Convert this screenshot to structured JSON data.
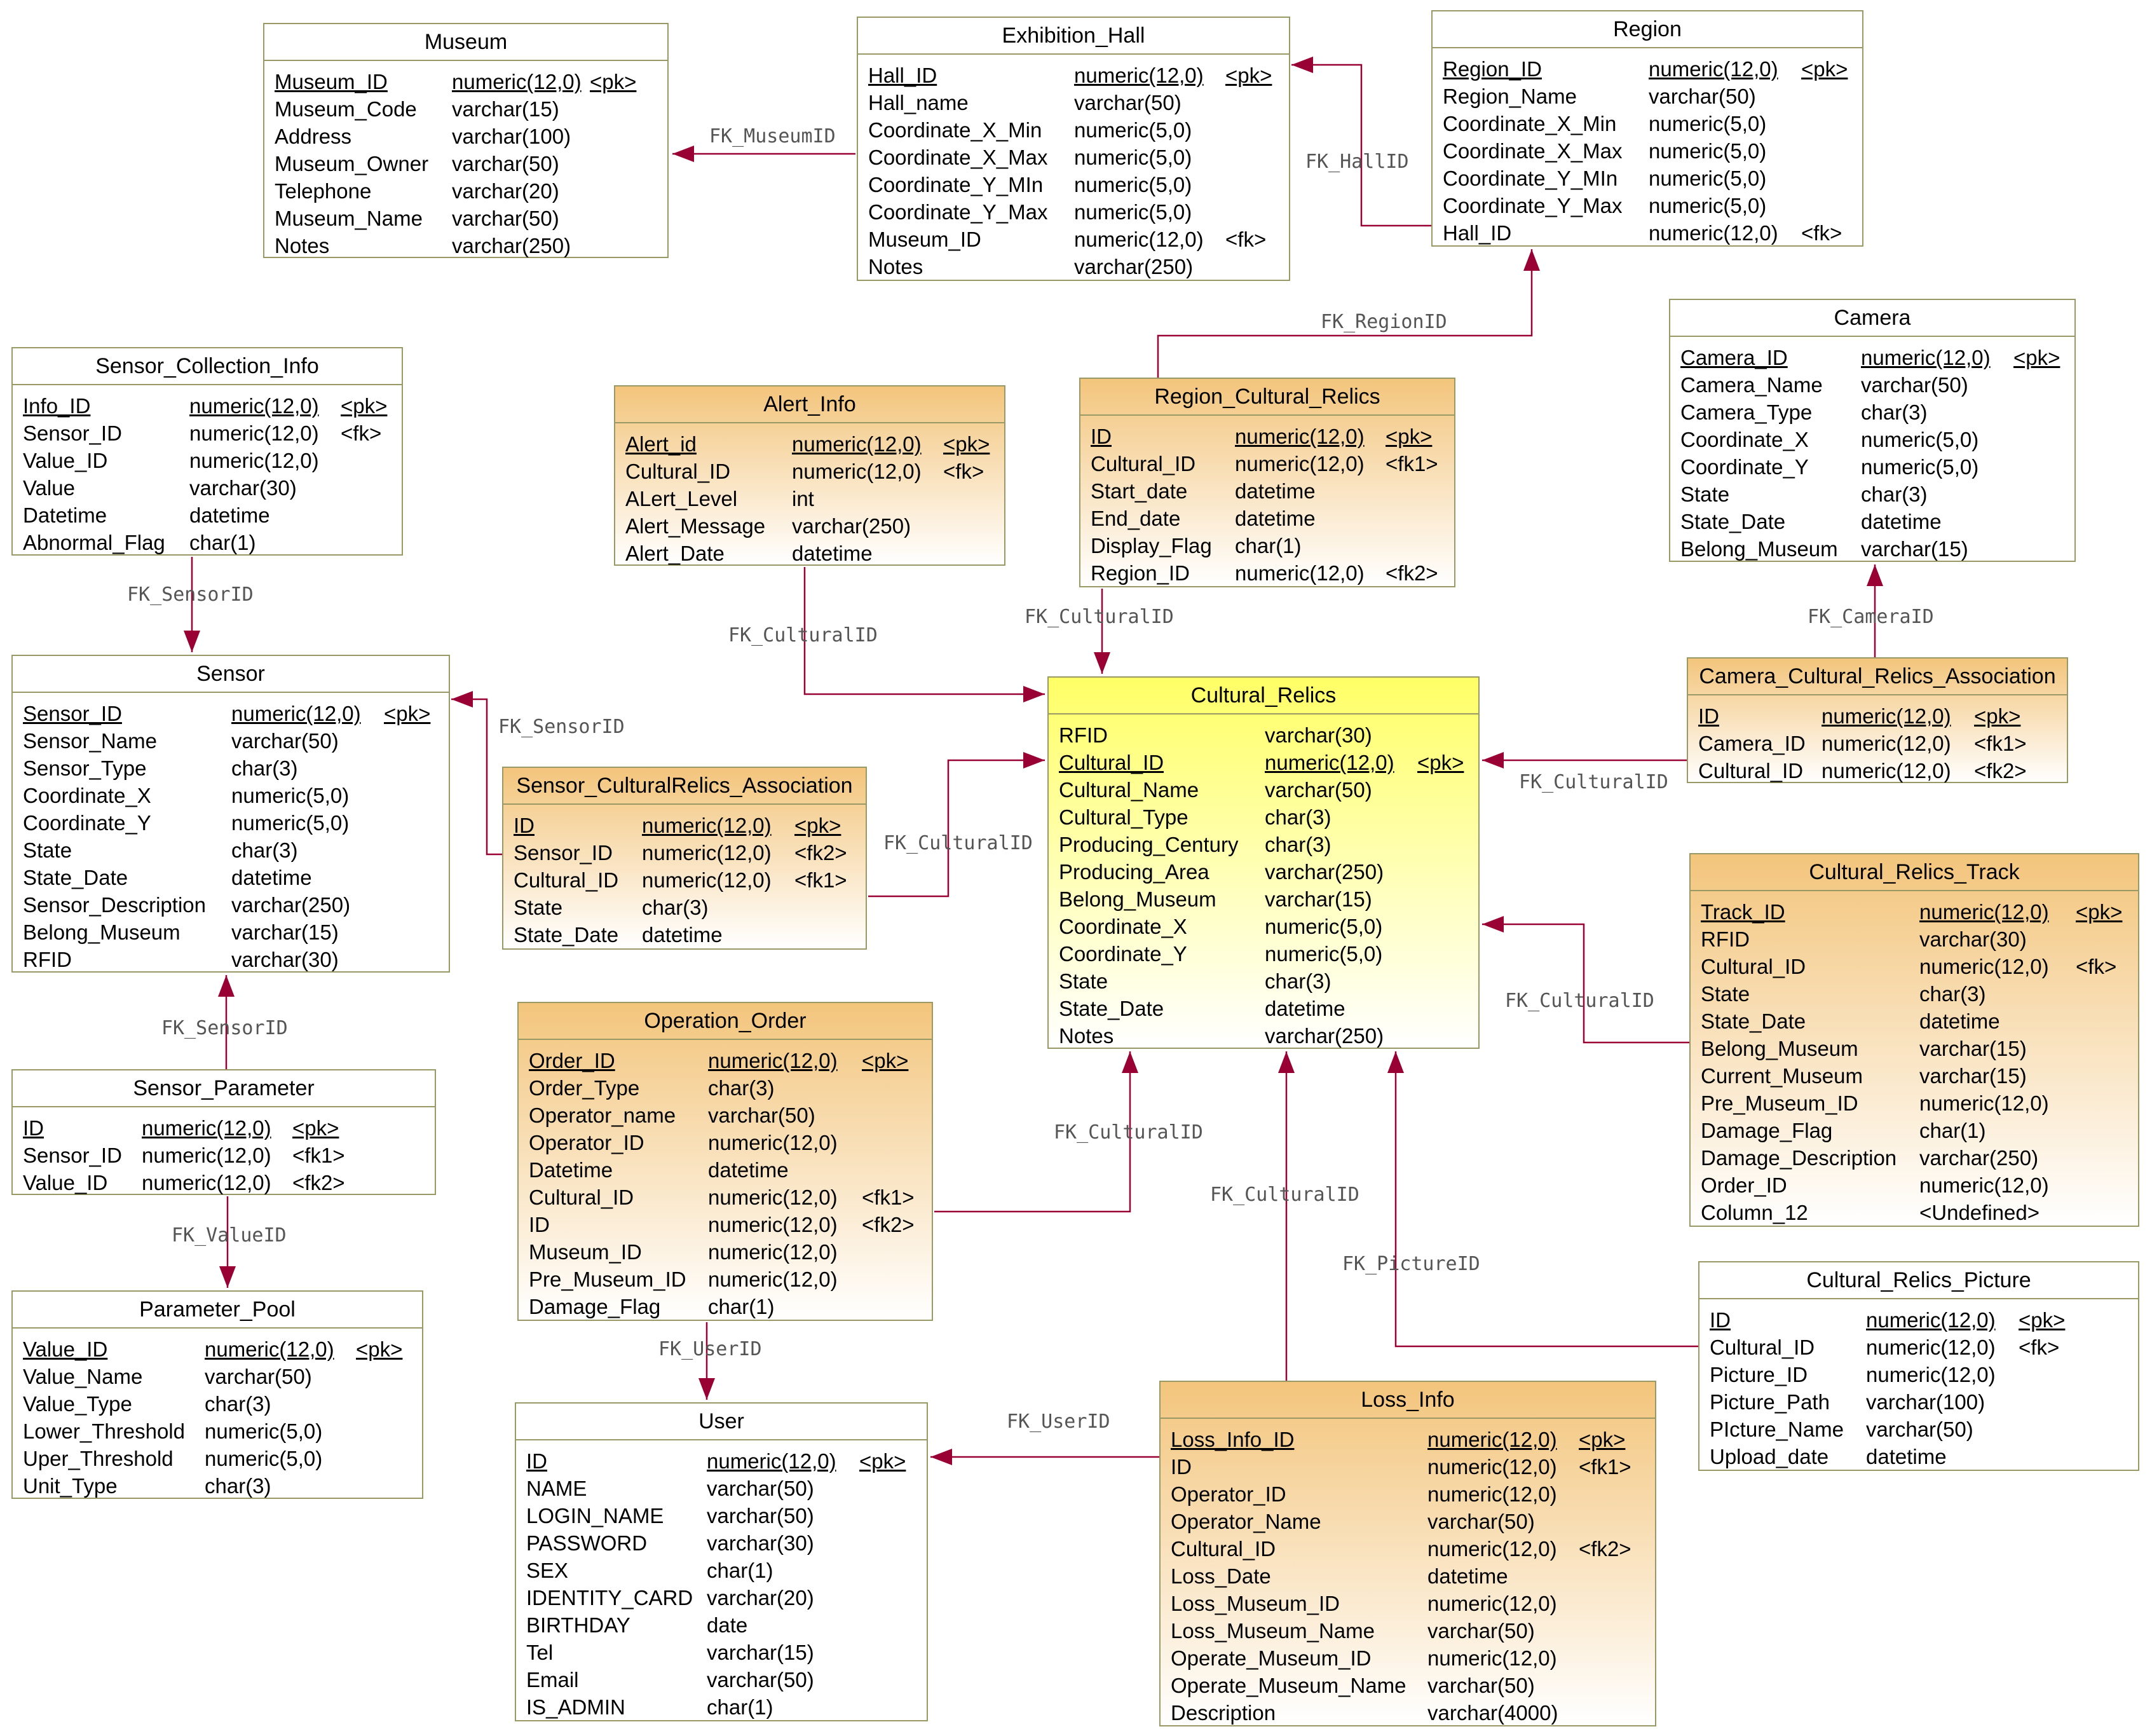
{
  "entities": [
    {
      "id": "museum",
      "name": "Museum",
      "style": "white",
      "rows": [
        [
          "Museum_ID",
          "numeric(12,0)",
          "<pk>",
          true
        ],
        [
          "Museum_Code",
          "varchar(15)",
          "",
          false
        ],
        [
          "Address",
          "varchar(100)",
          "",
          false
        ],
        [
          "Museum_Owner",
          "varchar(50)",
          "",
          false
        ],
        [
          "Telephone",
          "varchar(20)",
          "",
          false
        ],
        [
          "Museum_Name",
          "varchar(50)",
          "",
          false
        ],
        [
          "Notes",
          "varchar(250)",
          "",
          false
        ]
      ]
    },
    {
      "id": "exhibition_hall",
      "name": "Exhibition_Hall",
      "style": "white",
      "rows": [
        [
          "Hall_ID",
          "numeric(12,0)",
          "<pk>",
          true
        ],
        [
          "Hall_name",
          "varchar(50)",
          "",
          false
        ],
        [
          "Coordinate_X_Min",
          "numeric(5,0)",
          "",
          false
        ],
        [
          "Coordinate_X_Max",
          "numeric(5,0)",
          "",
          false
        ],
        [
          "Coordinate_Y_MIn",
          "numeric(5,0)",
          "",
          false
        ],
        [
          "Coordinate_Y_Max",
          "numeric(5,0)",
          "",
          false
        ],
        [
          "Museum_ID",
          "numeric(12,0)",
          "<fk>",
          false
        ],
        [
          "Notes",
          "varchar(250)",
          "",
          false
        ]
      ]
    },
    {
      "id": "region",
      "name": "Region",
      "style": "white",
      "rows": [
        [
          "Region_ID",
          "numeric(12,0)",
          "<pk>",
          true
        ],
        [
          "Region_Name",
          "varchar(50)",
          "",
          false
        ],
        [
          "Coordinate_X_Min",
          "numeric(5,0)",
          "",
          false
        ],
        [
          "Coordinate_X_Max",
          "numeric(5,0)",
          "",
          false
        ],
        [
          "Coordinate_Y_MIn",
          "numeric(5,0)",
          "",
          false
        ],
        [
          "Coordinate_Y_Max",
          "numeric(5,0)",
          "",
          false
        ],
        [
          "Hall_ID",
          "numeric(12,0)",
          "<fk>",
          false
        ]
      ]
    },
    {
      "id": "sensor_collection_info",
      "name": "Sensor_Collection_Info",
      "style": "white",
      "rows": [
        [
          "Info_ID",
          "numeric(12,0)",
          "<pk>",
          true
        ],
        [
          "Sensor_ID",
          "numeric(12,0)",
          "<fk>",
          false
        ],
        [
          "Value_ID",
          "numeric(12,0)",
          "",
          false
        ],
        [
          "Value",
          "varchar(30)",
          "",
          false
        ],
        [
          "Datetime",
          "datetime",
          "",
          false
        ],
        [
          "Abnormal_Flag",
          "char(1)",
          "",
          false
        ]
      ]
    },
    {
      "id": "alert_info",
      "name": "Alert_Info",
      "style": "orange",
      "rows": [
        [
          "Alert_id",
          "numeric(12,0)",
          "<pk>",
          true
        ],
        [
          "Cultural_ID",
          "numeric(12,0)",
          "<fk>",
          false
        ],
        [
          "ALert_Level",
          "int",
          "",
          false
        ],
        [
          "Alert_Message",
          "varchar(250)",
          "",
          false
        ],
        [
          "Alert_Date",
          "datetime",
          "",
          false
        ]
      ]
    },
    {
      "id": "region_cultural_relics",
      "name": "Region_Cultural_Relics",
      "style": "orange",
      "rows": [
        [
          "ID",
          "numeric(12,0)",
          "<pk>",
          true
        ],
        [
          "Cultural_ID",
          "numeric(12,0)",
          "<fk1>",
          false
        ],
        [
          "Start_date",
          "datetime",
          "",
          false
        ],
        [
          "End_date",
          "datetime",
          "",
          false
        ],
        [
          "Display_Flag",
          "char(1)",
          "",
          false
        ],
        [
          "Region_ID",
          "numeric(12,0)",
          "<fk2>",
          false
        ]
      ]
    },
    {
      "id": "camera",
      "name": "Camera",
      "style": "white",
      "rows": [
        [
          "Camera_ID",
          "numeric(12,0)",
          "<pk>",
          true
        ],
        [
          "Camera_Name",
          "varchar(50)",
          "",
          false
        ],
        [
          "Camera_Type",
          "char(3)",
          "",
          false
        ],
        [
          "Coordinate_X",
          "numeric(5,0)",
          "",
          false
        ],
        [
          "Coordinate_Y",
          "numeric(5,0)",
          "",
          false
        ],
        [
          "State",
          "char(3)",
          "",
          false
        ],
        [
          "State_Date",
          "datetime",
          "",
          false
        ],
        [
          "Belong_Museum",
          "varchar(15)",
          "",
          false
        ]
      ]
    },
    {
      "id": "sensor",
      "name": "Sensor",
      "style": "white",
      "rows": [
        [
          "Sensor_ID",
          "numeric(12,0)",
          "<pk>",
          true
        ],
        [
          "Sensor_Name",
          "varchar(50)",
          "",
          false
        ],
        [
          "Sensor_Type",
          "char(3)",
          "",
          false
        ],
        [
          "Coordinate_X",
          "numeric(5,0)",
          "",
          false
        ],
        [
          "Coordinate_Y",
          "numeric(5,0)",
          "",
          false
        ],
        [
          "State",
          "char(3)",
          "",
          false
        ],
        [
          "State_Date",
          "datetime",
          "",
          false
        ],
        [
          "Sensor_Description",
          "varchar(250)",
          "",
          false
        ],
        [
          "Belong_Museum",
          "varchar(15)",
          "",
          false
        ],
        [
          "RFID",
          "varchar(30)",
          "",
          false
        ]
      ]
    },
    {
      "id": "sensor_culturalrelics_association",
      "name": "Sensor_CulturalRelics_Association",
      "style": "orange",
      "rows": [
        [
          "ID",
          "numeric(12,0)",
          "<pk>",
          true
        ],
        [
          "Sensor_ID",
          "numeric(12,0)",
          "<fk2>",
          false
        ],
        [
          "Cultural_ID",
          "numeric(12,0)",
          "<fk1>",
          false
        ],
        [
          "State",
          "char(3)",
          "",
          false
        ],
        [
          "State_Date",
          "datetime",
          "",
          false
        ]
      ]
    },
    {
      "id": "cultural_relics",
      "name": "Cultural_Relics",
      "style": "yellow",
      "rows": [
        [
          "RFID",
          "varchar(30)",
          "",
          false
        ],
        [
          "Cultural_ID",
          "numeric(12,0)",
          "<pk>",
          true
        ],
        [
          "Cultural_Name",
          "varchar(50)",
          "",
          false
        ],
        [
          "Cultural_Type",
          "char(3)",
          "",
          false
        ],
        [
          "Producing_Century",
          "char(3)",
          "",
          false
        ],
        [
          "Producing_Area",
          "varchar(250)",
          "",
          false
        ],
        [
          "Belong_Museum",
          "varchar(15)",
          "",
          false
        ],
        [
          "Coordinate_X",
          "numeric(5,0)",
          "",
          false
        ],
        [
          "Coordinate_Y",
          "numeric(5,0)",
          "",
          false
        ],
        [
          "State",
          "char(3)",
          "",
          false
        ],
        [
          "State_Date",
          "datetime",
          "",
          false
        ],
        [
          "Notes",
          "varchar(250)",
          "",
          false
        ]
      ]
    },
    {
      "id": "camera_cultural_relics_association",
      "name": "Camera_Cultural_Relics_Association",
      "style": "orange",
      "rows": [
        [
          "ID",
          "numeric(12,0)",
          "<pk>",
          true
        ],
        [
          "Camera_ID",
          "numeric(12,0)",
          "<fk1>",
          false
        ],
        [
          "Cultural_ID",
          "numeric(12,0)",
          "<fk2>",
          false
        ]
      ]
    },
    {
      "id": "cultural_relics_track",
      "name": "Cultural_Relics_Track",
      "style": "orange",
      "rows": [
        [
          "Track_ID",
          "numeric(12,0)",
          "<pk>",
          true
        ],
        [
          "RFID",
          "varchar(30)",
          "",
          false
        ],
        [
          "Cultural_ID",
          "numeric(12,0)",
          "<fk>",
          false
        ],
        [
          "State",
          "char(3)",
          "",
          false
        ],
        [
          "State_Date",
          "datetime",
          "",
          false
        ],
        [
          "Belong_Museum",
          "varchar(15)",
          "",
          false
        ],
        [
          "Current_Museum",
          "varchar(15)",
          "",
          false
        ],
        [
          "Pre_Museum_ID",
          "numeric(12,0)",
          "",
          false
        ],
        [
          "Damage_Flag",
          "char(1)",
          "",
          false
        ],
        [
          "Damage_Description",
          "varchar(250)",
          "",
          false
        ],
        [
          "Order_ID",
          "numeric(12,0)",
          "",
          false
        ],
        [
          "Column_12",
          "<Undefined>",
          "",
          false
        ]
      ]
    },
    {
      "id": "sensor_parameter",
      "name": "Sensor_Parameter",
      "style": "white",
      "rows": [
        [
          "ID",
          "numeric(12,0)",
          "<pk>",
          true
        ],
        [
          "Sensor_ID",
          "numeric(12,0)",
          "<fk1>",
          false
        ],
        [
          "Value_ID",
          "numeric(12,0)",
          "<fk2>",
          false
        ]
      ]
    },
    {
      "id": "operation_order",
      "name": "Operation_Order",
      "style": "orange",
      "rows": [
        [
          "Order_ID",
          "numeric(12,0)",
          "<pk>",
          true
        ],
        [
          "Order_Type",
          "char(3)",
          "",
          false
        ],
        [
          "Operator_name",
          "varchar(50)",
          "",
          false
        ],
        [
          "Operator_ID",
          "numeric(12,0)",
          "",
          false
        ],
        [
          "Datetime",
          "datetime",
          "",
          false
        ],
        [
          "Cultural_ID",
          "numeric(12,0)",
          "<fk1>",
          false
        ],
        [
          "ID",
          "numeric(12,0)",
          "<fk2>",
          false
        ],
        [
          "Museum_ID",
          "numeric(12,0)",
          "",
          false
        ],
        [
          "Pre_Museum_ID",
          "numeric(12,0)",
          "",
          false
        ],
        [
          "Damage_Flag",
          "char(1)",
          "",
          false
        ]
      ]
    },
    {
      "id": "cultural_relics_picture",
      "name": "Cultural_Relics_Picture",
      "style": "white",
      "rows": [
        [
          "ID",
          "numeric(12,0)",
          "<pk>",
          true
        ],
        [
          "Cultural_ID",
          "numeric(12,0)",
          "<fk>",
          false
        ],
        [
          "Picture_ID",
          "numeric(12,0)",
          "",
          false
        ],
        [
          "Picture_Path",
          "varchar(100)",
          "",
          false
        ],
        [
          "PIcture_Name",
          "varchar(50)",
          "",
          false
        ],
        [
          "Upload_date",
          "datetime",
          "",
          false
        ]
      ]
    },
    {
      "id": "parameter_pool",
      "name": "Parameter_Pool",
      "style": "white",
      "rows": [
        [
          "Value_ID",
          "numeric(12,0)",
          "<pk>",
          true
        ],
        [
          "Value_Name",
          "varchar(50)",
          "",
          false
        ],
        [
          "Value_Type",
          "char(3)",
          "",
          false
        ],
        [
          "Lower_Threshold",
          "numeric(5,0)",
          "",
          false
        ],
        [
          "Uper_Threshold",
          "numeric(5,0)",
          "",
          false
        ],
        [
          "Unit_Type",
          "char(3)",
          "",
          false
        ]
      ]
    },
    {
      "id": "user",
      "name": "User",
      "style": "white",
      "rows": [
        [
          "ID",
          "numeric(12,0)",
          "<pk>",
          true
        ],
        [
          "NAME",
          "varchar(50)",
          "",
          false
        ],
        [
          "LOGIN_NAME",
          "varchar(50)",
          "",
          false
        ],
        [
          "PASSWORD",
          "varchar(30)",
          "",
          false
        ],
        [
          "SEX",
          "char(1)",
          "",
          false
        ],
        [
          "IDENTITY_CARD",
          "varchar(20)",
          "",
          false
        ],
        [
          "BIRTHDAY",
          "date",
          "",
          false
        ],
        [
          "Tel",
          "varchar(15)",
          "",
          false
        ],
        [
          "Email",
          "varchar(50)",
          "",
          false
        ],
        [
          "IS_ADMIN",
          "char(1)",
          "",
          false
        ]
      ]
    },
    {
      "id": "loss_info",
      "name": "Loss_Info",
      "style": "orange",
      "rows": [
        [
          "Loss_Info_ID",
          "numeric(12,0)",
          "<pk>",
          true
        ],
        [
          "ID",
          "numeric(12,0)",
          "<fk1>",
          false
        ],
        [
          "Operator_ID",
          "numeric(12,0)",
          "",
          false
        ],
        [
          "Operator_Name",
          "varchar(50)",
          "",
          false
        ],
        [
          "Cultural_ID",
          "numeric(12,0)",
          "<fk2>",
          false
        ],
        [
          "Loss_Date",
          "datetime",
          "",
          false
        ],
        [
          "Loss_Museum_ID",
          "numeric(12,0)",
          "",
          false
        ],
        [
          "Loss_Museum_Name",
          "varchar(50)",
          "",
          false
        ],
        [
          "Operate_Museum_ID",
          "numeric(12,0)",
          "",
          false
        ],
        [
          "Operate_Museum_Name",
          "varchar(50)",
          "",
          false
        ],
        [
          "Description",
          "varchar(4000)",
          "",
          false
        ]
      ]
    }
  ],
  "relationships": [
    {
      "id": "fk-museumid",
      "label": "FK_MuseumID",
      "from": "exhibition_hall",
      "to": "museum"
    },
    {
      "id": "fk-hallid",
      "label": "FK_HallID",
      "from": "region",
      "to": "exhibition_hall"
    },
    {
      "id": "fk-regionid",
      "label": "FK_RegionID",
      "from": "region_cultural_relics",
      "to": "region"
    },
    {
      "id": "fk-sensorid-collection",
      "label": "FK_SensorID",
      "from": "sensor_collection_info",
      "to": "sensor"
    },
    {
      "id": "fk-sensorid-association",
      "label": "FK_SensorID",
      "from": "sensor_culturalrelics_association",
      "to": "sensor"
    },
    {
      "id": "fk-sensorid-parameter",
      "label": "FK_SensorID",
      "from": "sensor_parameter",
      "to": "sensor"
    },
    {
      "id": "fk-valueid",
      "label": "FK_ValueID",
      "from": "sensor_parameter",
      "to": "parameter_pool"
    },
    {
      "id": "fk-culturalid-alert",
      "label": "FK_CulturalID",
      "from": "alert_info",
      "to": "cultural_relics"
    },
    {
      "id": "fk-culturalid-region",
      "label": "FK_CulturalID",
      "from": "region_cultural_relics",
      "to": "cultural_relics"
    },
    {
      "id": "fk-culturalid-sensor-assoc",
      "label": "FK_CulturalID",
      "from": "sensor_culturalrelics_association",
      "to": "cultural_relics"
    },
    {
      "id": "fk-cameraid",
      "label": "FK_CameraID",
      "from": "camera_cultural_relics_association",
      "to": "camera"
    },
    {
      "id": "fk-culturalid-camera-assoc",
      "label": "FK_CulturalID",
      "from": "camera_cultural_relics_association",
      "to": "cultural_relics"
    },
    {
      "id": "fk-culturalid-track",
      "label": "FK_CulturalID",
      "from": "cultural_relics_track",
      "to": "cultural_relics"
    },
    {
      "id": "fk-culturalid-order",
      "label": "FK_CulturalID",
      "from": "operation_order",
      "to": "cultural_relics"
    },
    {
      "id": "fk-culturalid-loss",
      "label": "FK_CulturalID",
      "from": "loss_info",
      "to": "cultural_relics"
    },
    {
      "id": "fk-pictureid",
      "label": "FK_PictureID",
      "from": "cultural_relics_picture",
      "to": "cultural_relics"
    },
    {
      "id": "fk-userid-order",
      "label": "FK_UserID",
      "from": "operation_order",
      "to": "user"
    },
    {
      "id": "fk-userid-loss",
      "label": "FK_UserID",
      "from": "loss_info",
      "to": "user"
    }
  ]
}
